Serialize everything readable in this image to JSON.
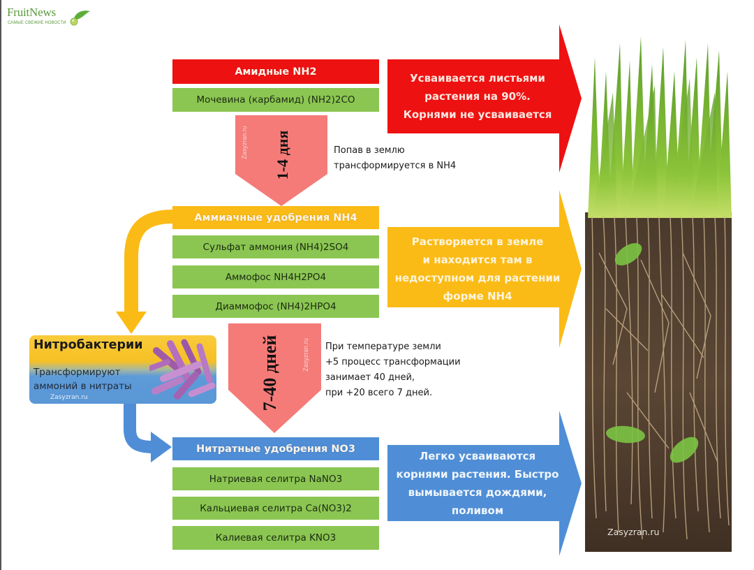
{
  "logo": {
    "title": "FruitNews",
    "subtitle": "САМЫЕ СВЕЖИЕ НОВОСТИ"
  },
  "colors": {
    "amide": "#ee1111",
    "ammonium": "#fbbb16",
    "nitrate": "#4f8ed6",
    "fertilizer_row": "#8bc652",
    "transition_arrow": "#f47b78"
  },
  "amide": {
    "header": "Амидные NH2",
    "items": [
      "Мочевина (карбамид) (NH2)2CO"
    ],
    "effect": [
      "Усваивается листьями",
      "растения на 90%.",
      "Корнями не усваивается"
    ]
  },
  "transition1": {
    "duration": "1-4 дня",
    "watermark": "Zasyzran.ru",
    "note": [
      "Попав в землю",
      "трансформируется в NH4"
    ]
  },
  "ammonium": {
    "header": "Аммиачные удобрения NH4",
    "items": [
      "Сульфат аммония (NH4)2SO4",
      "Аммофос NH4H2PO4",
      "Диаммофос (NH4)2HPO4"
    ],
    "effect": [
      "Растворяется в земле",
      "и находится там в",
      "недоступном для растении",
      "форме NH4"
    ]
  },
  "nitrobacteria": {
    "title": "Нитробактерии",
    "text": [
      "Трансформируют",
      "аммоний в нитраты"
    ],
    "watermark": "Zasyzran.ru"
  },
  "transition2": {
    "duration": "7-40 дней",
    "watermark": "Zasyzran.ru",
    "note": [
      "При температуре земли",
      "+5 процесс трансформации",
      "занимает 40 дней,",
      "при +20 всего  7 дней."
    ]
  },
  "nitrate": {
    "header": "Нитратные удобрения NO3",
    "items": [
      "Натриевая селитра NaNO3",
      "Кальциевая селитра Ca(NO3)2",
      "Калиевая селитра KNO3"
    ],
    "effect": [
      "Легко усваиваются",
      "корнями растения. Быстро",
      "вымывается дождями,",
      "поливом"
    ]
  },
  "photo": {
    "watermark": "Zasyzran.ru"
  }
}
